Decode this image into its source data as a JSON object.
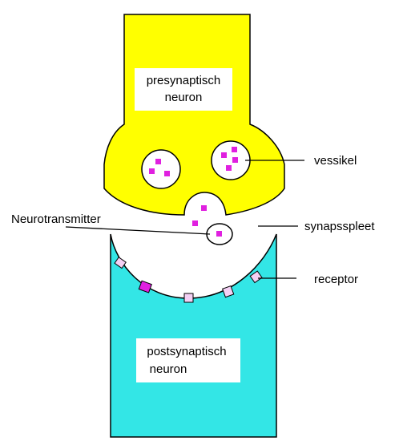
{
  "diagram": {
    "presynaptic_label_line1": "presynaptisch",
    "presynaptic_label_line2": "neuron",
    "postsynaptic_label_line1": "postsynaptisch",
    "postsynaptic_label_line2": "neuron",
    "vesicle_label": "vessikel",
    "neurotransmitter_label": "Neurotransmitter",
    "cleft_label": "synapsspleet",
    "receptor_label": "receptor"
  },
  "colors": {
    "presynaptic_fill": "#ffff00",
    "postsynaptic_fill": "#33e6e6",
    "neurotransmitter": "#e020e0",
    "vesicle_fill": "#ffffff",
    "line": "#000000"
  }
}
